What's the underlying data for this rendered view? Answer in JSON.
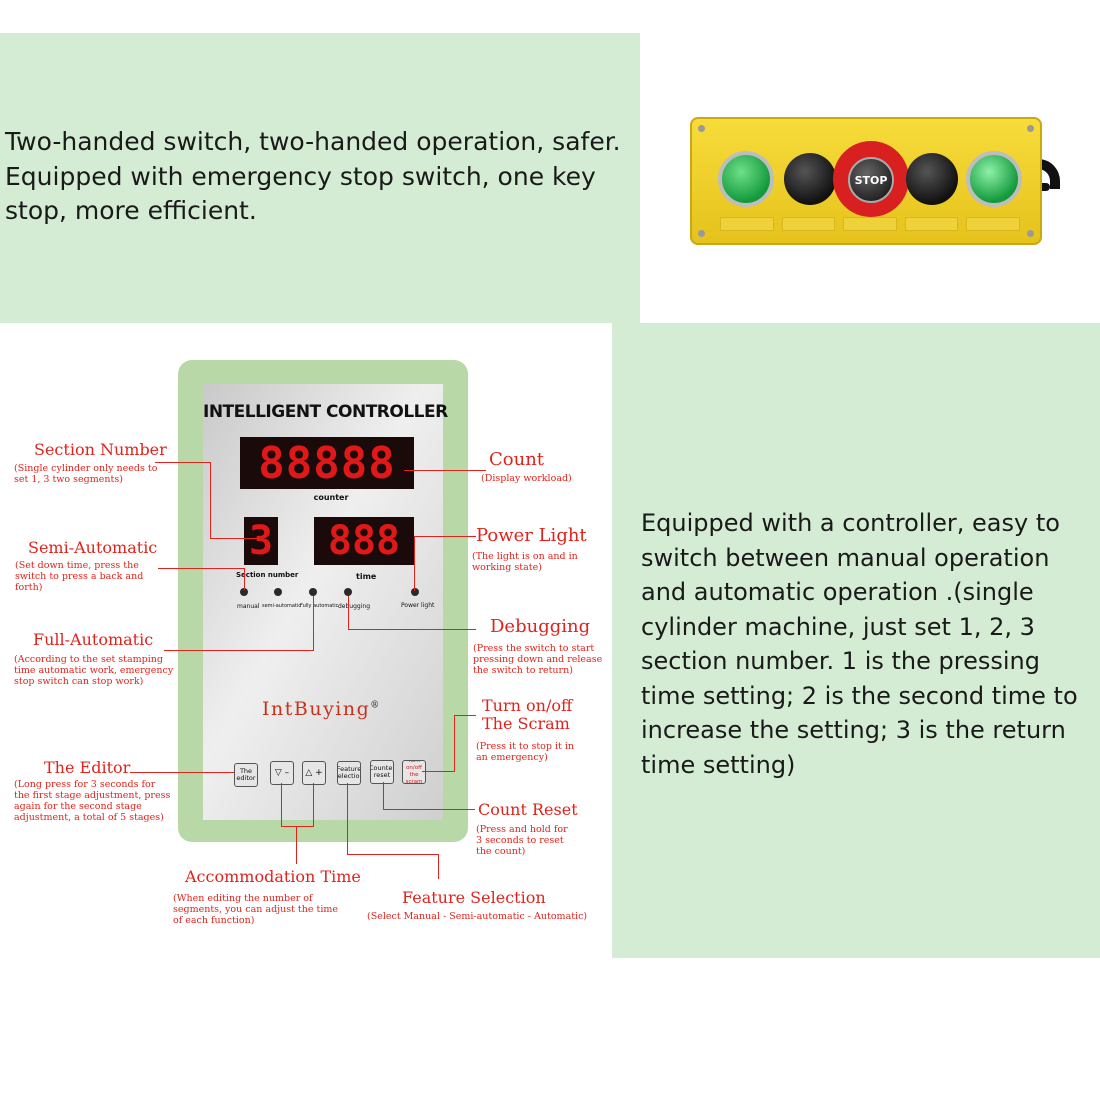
{
  "top_text": {
    "line1": "Two-handed switch, two-handed operation, safer.",
    "line2": "Equipped with emergency stop switch, one key",
    "line3": "stop, more efficient."
  },
  "switch_box": {
    "stop_label": "STOP"
  },
  "controller": {
    "title": "INTELLIGENT CONTROLLER",
    "count_display": "88888",
    "counter_label": "counter",
    "section_display": "3",
    "section_label": "Section number",
    "time_display": "888",
    "time_label": "time",
    "lights": [
      "manual",
      "semi-automatic",
      "Fully automatic",
      "debugging",
      "Power light"
    ],
    "brand": "IntBuying",
    "brand_mark": "®",
    "buttons": [
      "The editor",
      "▽ –",
      "△ +",
      "Feature selection",
      "Counter reset",
      "Turn on/off the scram"
    ]
  },
  "annotations": {
    "section_number": {
      "title": "Section Number",
      "desc": "(Single cylinder only needs to\nset 1, 3 two segments)"
    },
    "count": {
      "title": "Count",
      "desc": "(Display workload)"
    },
    "semi_automatic": {
      "title": "Semi-Automatic",
      "desc": "(Set down time, press the\nswitch to press a back and\nforth)"
    },
    "power_light": {
      "title": "Power Light",
      "desc": "(The light is on and in\nworking state)"
    },
    "full_automatic": {
      "title": "Full-Automatic",
      "desc": "(According to the set stamping\ntime automatic work, emergency\nstop switch can stop work)"
    },
    "debugging": {
      "title": "Debugging",
      "desc": "(Press the switch to start\npressing down and release\nthe switch to return)"
    },
    "turn_off_scram": {
      "title": "Turn on/off\nThe Scram",
      "desc": "(Press it to stop it in\nan emergency)"
    },
    "the_editor": {
      "title": "The Editor",
      "desc": "(Long press for 3 seconds for\nthe first stage adjustment, press\nagain for the second stage\nadjustment, a total of 5 stages)"
    },
    "count_reset": {
      "title": "Count Reset",
      "desc": "(Press and hold for\n3 seconds to reset\nthe count)"
    },
    "accommodation_time": {
      "title": "Accommodation Time",
      "desc": "(When editing the number of\nsegments, you can adjust the time\nof each function)"
    },
    "feature_selection": {
      "title": "Feature Selection",
      "desc": "(Select Manual - Semi-automatic - Automatic)"
    }
  },
  "right_text": {
    "lines": [
      "Equipped with a controller, easy to",
      "switch between manual operation",
      "and automatic operation .(single",
      "cylinder machine, just set 1, 2, 3",
      "section number. 1 is the pressing",
      "time setting; 2 is the second time to",
      "increase the setting; 3 is the return",
      "time setting)"
    ]
  },
  "colors": {
    "panel_green": "#d5ecd4",
    "annotation_red": "#e0231c",
    "box_yellow": "#f2d22a",
    "led_red": "#e11818"
  }
}
